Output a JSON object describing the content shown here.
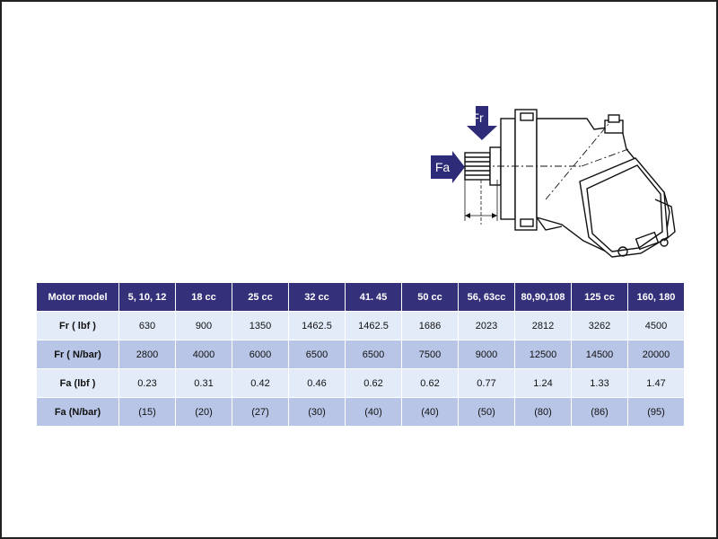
{
  "diagram": {
    "fr_label": "Fr",
    "fa_label": "Fa"
  },
  "table": {
    "headers": [
      "Motor model",
      "5, 10, 12",
      "18 cc",
      "25 cc",
      "32 cc",
      "41. 45",
      "50 cc",
      "56, 63cc",
      "80,90,108",
      "125 cc",
      "160, 180"
    ],
    "rows": [
      {
        "label": "Fr ( lbf )",
        "values": [
          "630",
          "900",
          "1350",
          "1462.5",
          "1462.5",
          "1686",
          "2023",
          "2812",
          "3262",
          "4500"
        ]
      },
      {
        "label": "Fr ( N/bar)",
        "values": [
          "2800",
          "4000",
          "6000",
          "6500",
          "6500",
          "7500",
          "9000",
          "12500",
          "14500",
          "20000"
        ]
      },
      {
        "label": "Fa (lbf )",
        "values": [
          "0.23",
          "0.31",
          "0.42",
          "0.46",
          "0.62",
          "0.62",
          "0.77",
          "1.24",
          "1.33",
          "1.47"
        ]
      },
      {
        "label": "Fa (N/bar)",
        "values": [
          "(15)",
          "(20)",
          "(27)",
          "(30)",
          "(40)",
          "(40)",
          "(50)",
          "(80)",
          "(86)",
          "(95)"
        ]
      }
    ]
  },
  "colors": {
    "header_bg": "#34307a",
    "row_light": "#e4ebf8",
    "row_dark": "#b8c5e6",
    "arrow": "#2e2b78"
  }
}
